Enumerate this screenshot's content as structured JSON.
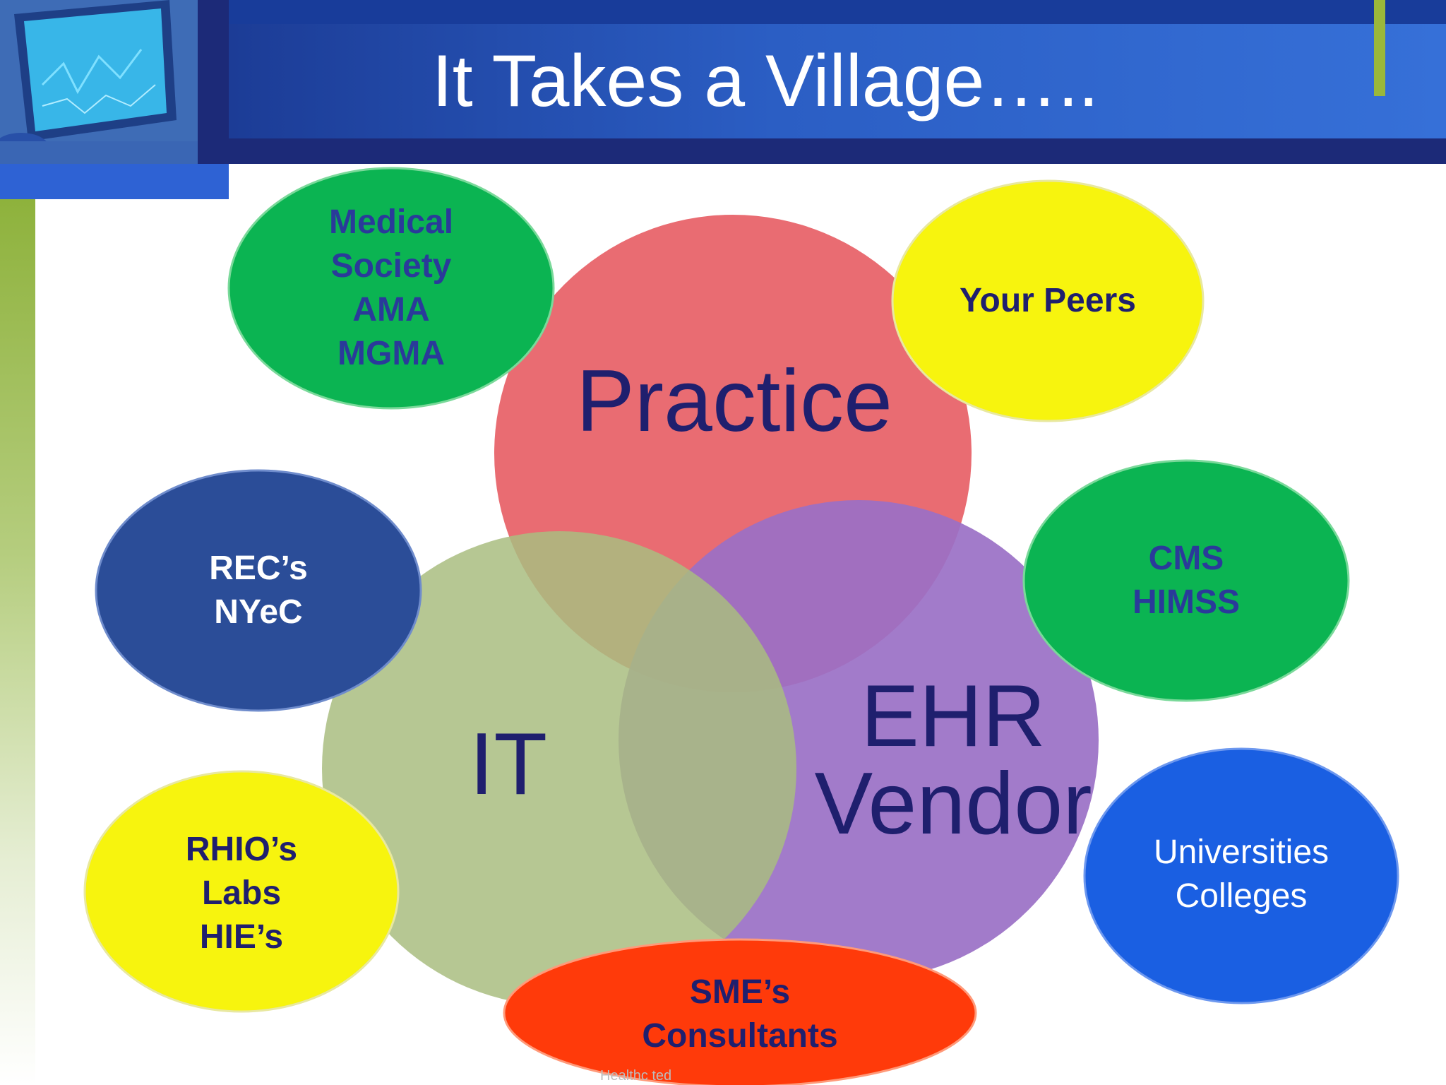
{
  "title": "It Takes a Village…..",
  "core_circles": [
    {
      "label": "Practice",
      "color": "#e8646a"
    },
    {
      "label": "IT",
      "color": "#a9bd80"
    },
    {
      "lines": [
        "EHR",
        "Vendor"
      ],
      "color": "#9a70c6"
    }
  ],
  "bubbles": {
    "medical_society": {
      "lines": [
        "Medical",
        "Society",
        "AMA",
        "MGMA"
      ],
      "color": "#0bb452",
      "text_color": "#2a3a9a"
    },
    "your_peers": {
      "lines": [
        "Your Peers"
      ],
      "color": "#f7f40e",
      "text_color": "#1f1f6e"
    },
    "recs": {
      "lines": [
        "REC’s",
        "NYeC"
      ],
      "color": "#2b4d98",
      "text_color": "#ffffff"
    },
    "cms": {
      "lines": [
        "CMS",
        "HIMSS"
      ],
      "color": "#0bb452",
      "text_color": "#2a3a9a"
    },
    "rhios": {
      "lines": [
        "RHIO’s",
        "Labs",
        "HIE’s"
      ],
      "color": "#f7f40e",
      "text_color": "#1f1f6e"
    },
    "universities": {
      "lines": [
        "Universities",
        "Colleges"
      ],
      "color": "#1a5fe2",
      "text_color": "#ffffff"
    },
    "smes": {
      "lines": [
        "SME’s",
        "Consultants"
      ],
      "color": "#ff3a0a",
      "text_color": "#1f1f6e"
    }
  },
  "footer_faint": "Healthc                                       ted"
}
